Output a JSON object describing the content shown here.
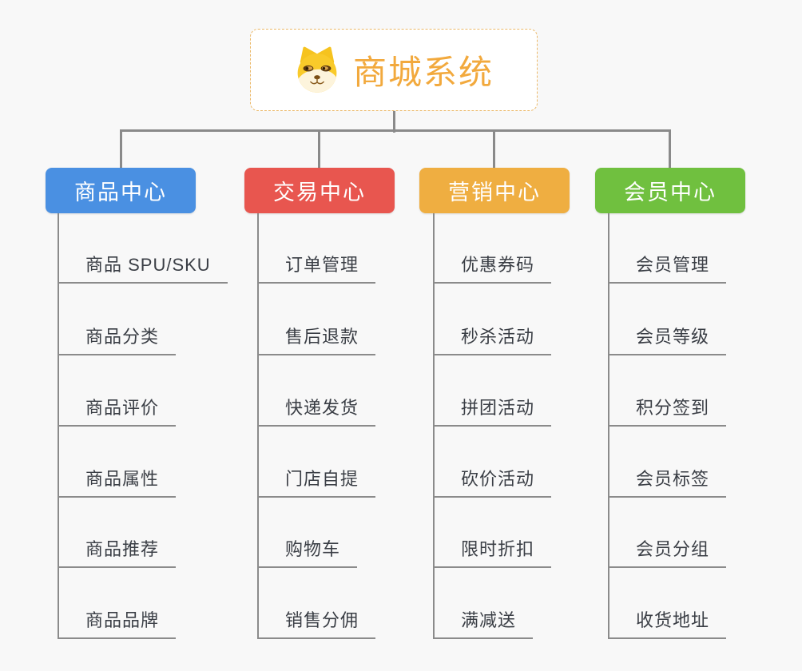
{
  "canvas": {
    "background_color": "#f8f8f8",
    "connector_color": "#8a8a8a"
  },
  "root": {
    "title": "商城系统",
    "icon": "doge-icon",
    "text_color": "#f2a93d",
    "border_color": "#ebb868"
  },
  "branches": [
    {
      "id": "product-center",
      "label": "商品中心",
      "color": "#4a90e2",
      "children": [
        "商品 SPU/SKU",
        "商品分类",
        "商品评价",
        "商品属性",
        "商品推荐",
        "商品品牌"
      ]
    },
    {
      "id": "trade-center",
      "label": "交易中心",
      "color": "#e8564f",
      "children": [
        "订单管理",
        "售后退款",
        "快递发货",
        "门店自提",
        "购物车",
        "销售分佣"
      ]
    },
    {
      "id": "marketing-center",
      "label": "营销中心",
      "color": "#efae41",
      "children": [
        "优惠券码",
        "秒杀活动",
        "拼团活动",
        "砍价活动",
        "限时折扣",
        "满减送"
      ]
    },
    {
      "id": "member-center",
      "label": "会员中心",
      "color": "#70c03f",
      "children": [
        "会员管理",
        "会员等级",
        "积分签到",
        "会员标签",
        "会员分组",
        "收货地址"
      ]
    }
  ]
}
